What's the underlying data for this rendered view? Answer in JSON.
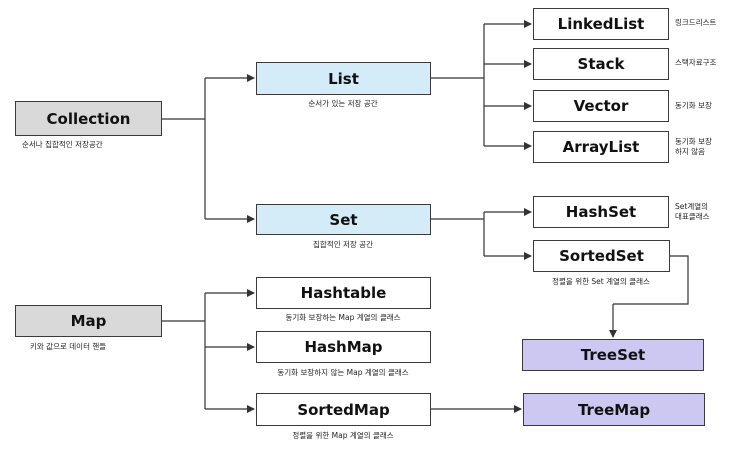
{
  "nodes": {
    "collection": {
      "label": "Collection",
      "desc": "순서나 집합적인 저장공간"
    },
    "list": {
      "label": "List",
      "desc": "순서가 있는 저장 공간"
    },
    "set": {
      "label": "Set",
      "desc": "집합적인 저장 공간"
    },
    "linkedlist": {
      "label": "LinkedList",
      "desc": "링크드리스트"
    },
    "stack": {
      "label": "Stack",
      "desc": "스택자료구조"
    },
    "vector": {
      "label": "Vector",
      "desc": "동기화 보장"
    },
    "arraylist": {
      "label": "ArrayList",
      "desc_line1": "동기화 보장",
      "desc_line2": "하지 않음"
    },
    "hashset": {
      "label": "HashSet",
      "desc_line1": "Set계열의",
      "desc_line2": "대표클래스"
    },
    "sortedset": {
      "label": "SortedSet",
      "desc": "정렬을 위한 Set 계열의 클래스"
    },
    "map": {
      "label": "Map",
      "desc": "키와 값으로 데이터 핸들"
    },
    "hashtable": {
      "label": "Hashtable",
      "desc": "동기화 보장하는 Map 계열의 클래스"
    },
    "hashmap": {
      "label": "HashMap",
      "desc": "동기화 보장하지 않는 Map 계열의 클래스"
    },
    "sortedmap": {
      "label": "SortedMap",
      "desc": "정렬을 위한 Map 계열의 클래스"
    },
    "treeset": {
      "label": "TreeSet"
    },
    "treemap": {
      "label": "TreeMap"
    }
  },
  "colors": {
    "interface_fill": "#d9d9d9",
    "list_set_fill": "#d3ecf8",
    "class_fill": "#ffffff",
    "tree_fill": "#cdc8f2",
    "line": "#333333"
  }
}
